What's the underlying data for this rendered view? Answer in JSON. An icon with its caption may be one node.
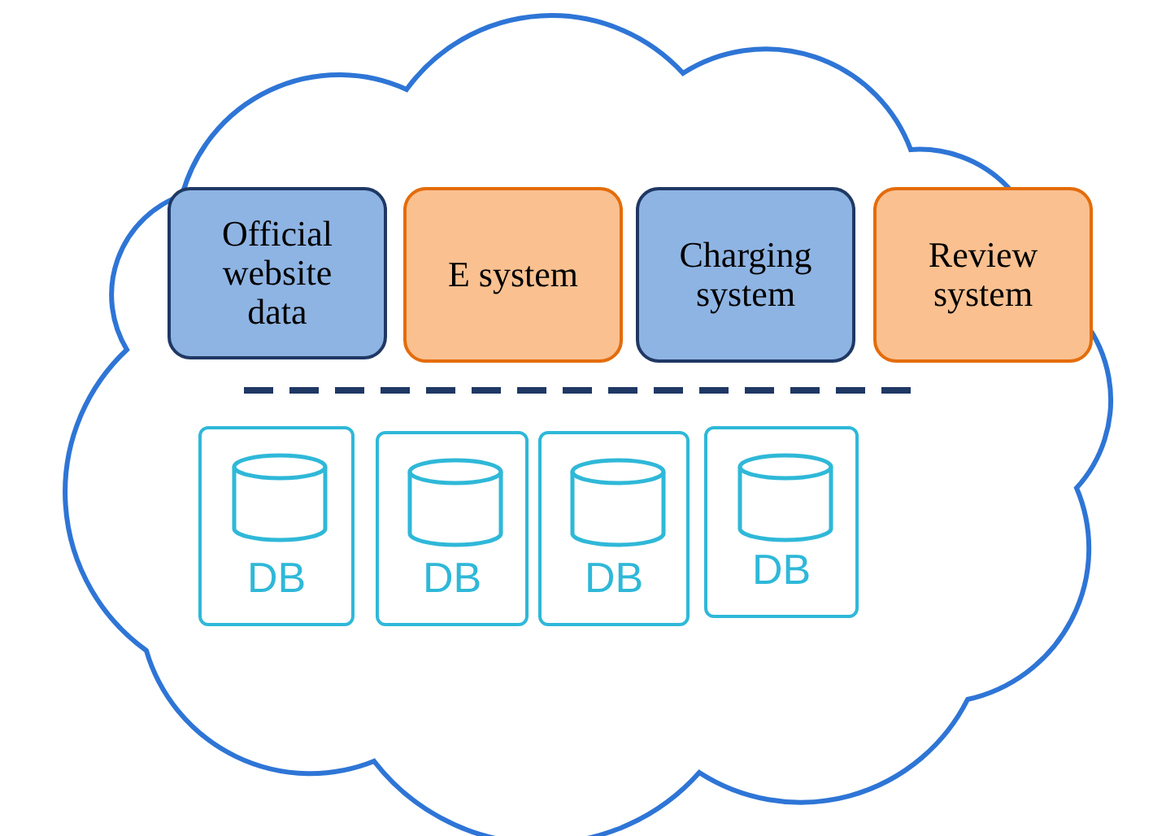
{
  "diagram": {
    "nodes": [
      {
        "text": [],
        "shape": "cloud"
      },
      {
        "text": [
          "Official website data"
        ],
        "in": 0
      },
      {
        "text": [
          "E system"
        ],
        "in": 0
      },
      {
        "text": [
          "Charging system"
        ],
        "in": 0
      },
      {
        "text": [
          "Review system"
        ],
        "in": 0
      },
      {
        "text": [
          "DB"
        ],
        "in": 0
      },
      {
        "text": [
          "DB"
        ],
        "in": 0
      },
      {
        "text": [
          "DB"
        ],
        "in": 0
      },
      {
        "text": [
          "DB"
        ],
        "in": 0
      }
    ]
  }
}
